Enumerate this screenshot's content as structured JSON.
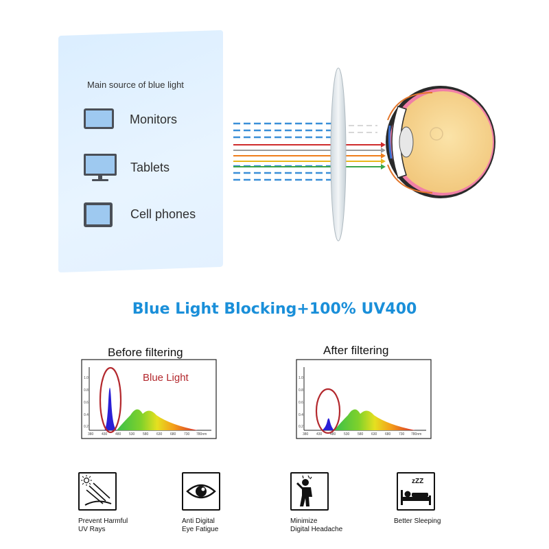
{
  "sources": {
    "title": "Main source of blue light",
    "items": [
      {
        "label": "Monitors",
        "icon": "monitor-icon"
      },
      {
        "label": "Tablets",
        "icon": "tablet-icon"
      },
      {
        "label": "Cell phones",
        "icon": "cell-phone-icon"
      }
    ]
  },
  "headline": "Blue Light Blocking+100% UV400",
  "charts": {
    "before": {
      "title": "Before filtering",
      "annotation": "Blue Light",
      "xticks": [
        "380",
        "430",
        "480",
        "530",
        "580",
        "630",
        "680",
        "730",
        "780nm"
      ],
      "yticks": [
        "1.0",
        "0.8",
        "0.6",
        "0.4",
        "0.2"
      ]
    },
    "after": {
      "title": "After filtering",
      "xticks": [
        "380",
        "430",
        "480",
        "530",
        "580",
        "630",
        "680",
        "730",
        "780nm"
      ],
      "yticks": [
        "1.0",
        "0.8",
        "0.6",
        "0.4",
        "0.2"
      ]
    }
  },
  "features": [
    {
      "label": "Prevent Harmful UV Rays",
      "line1": "Prevent Harmful",
      "line2": "UV Rays",
      "icon": "uv-rays-icon"
    },
    {
      "label": "Anti Digital Eye Fatigue",
      "line1": "Anti Digital",
      "line2": "Eye Fatigue",
      "icon": "eye-icon"
    },
    {
      "label": "Minimize Digital Headache",
      "line1": "Minimize",
      "line2": "Digital Headache",
      "icon": "headache-icon"
    },
    {
      "label": "Better Sleeping",
      "line1": "Better Sleeping",
      "line2": "",
      "icon": "sleeping-icon"
    }
  ],
  "colors": {
    "headline": "#1a8fd9",
    "blue_rays": "#3a8fd8",
    "annotation": "#b3282d",
    "blue_peak": "#2a1fd6"
  }
}
